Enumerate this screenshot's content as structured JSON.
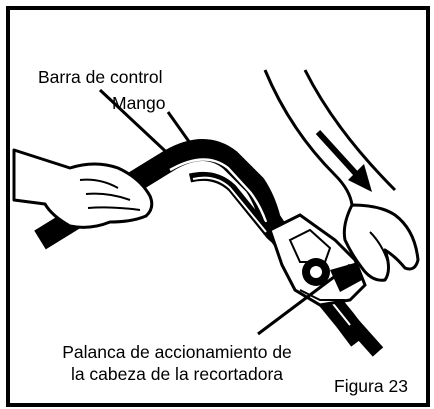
{
  "labels": {
    "barra_de_control": "Barra de control",
    "mango": "Mango",
    "palanca_line1": "Palanca de accionamiento de",
    "palanca_line2": "la cabeza de la recortadora",
    "figura": "Figura 23"
  }
}
